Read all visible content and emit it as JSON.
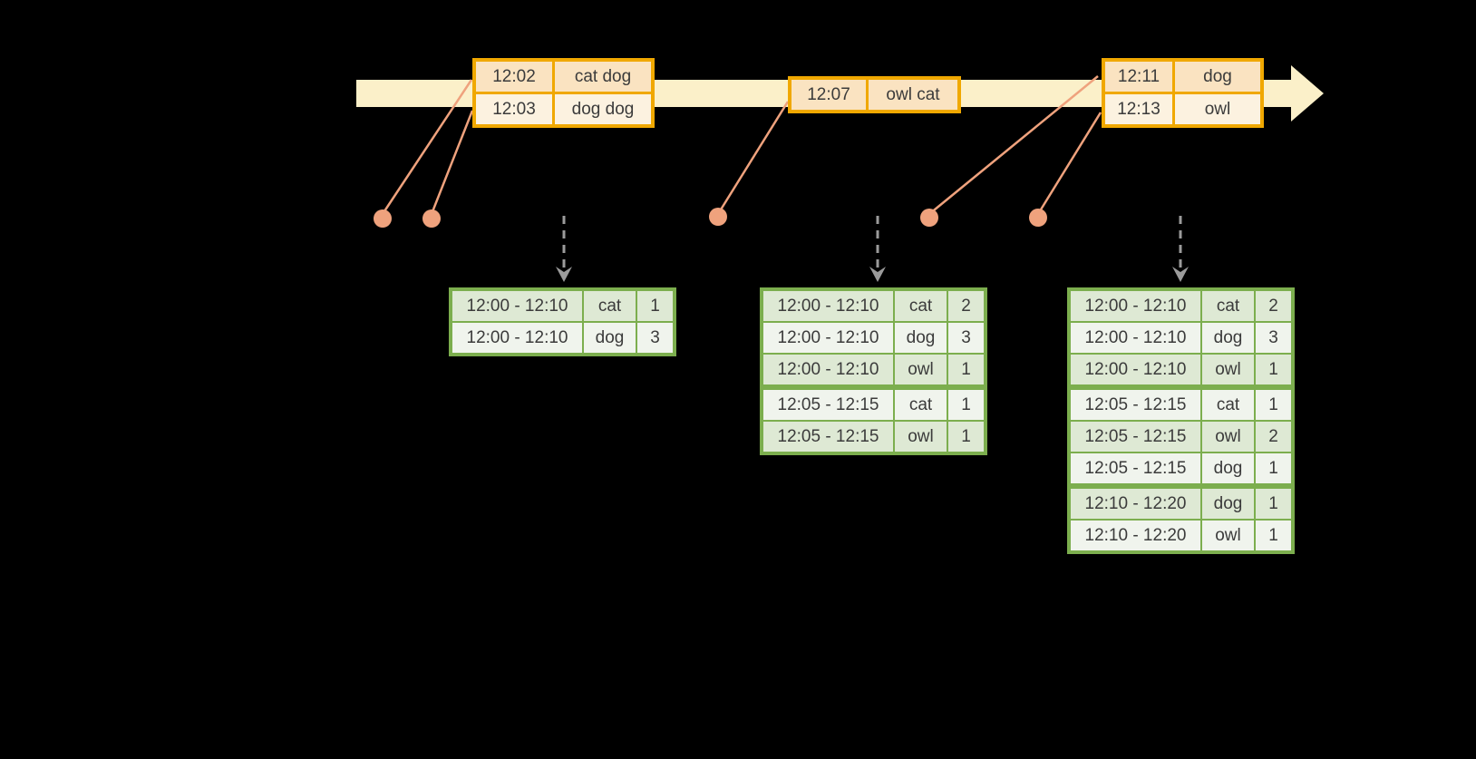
{
  "colors": {
    "background": "#000000",
    "timeline_fill": "#FBF0C9",
    "event_border": "#F0A800",
    "event_row_fill_dark": "#FAE3C1",
    "event_row_fill_light": "#FCF2E0",
    "result_border": "#7CAE4E",
    "result_row_fill_dark": "#DEE9D4",
    "result_row_fill_light": "#F0F4ED",
    "connector": "#EFA27D",
    "trigger_arrow": "#9B9B9B",
    "text": "#3B3B3B"
  },
  "event_stream": {
    "tables": [
      {
        "rows": [
          {
            "time": "12:02",
            "words": "cat dog"
          },
          {
            "time": "12:03",
            "words": "dog dog"
          }
        ]
      },
      {
        "rows": [
          {
            "time": "12:07",
            "words": "owl cat"
          }
        ]
      },
      {
        "rows": [
          {
            "time": "12:11",
            "words": "dog"
          },
          {
            "time": "12:13",
            "words": "owl"
          }
        ]
      }
    ]
  },
  "result_tables": [
    {
      "rows": [
        {
          "window": "12:00 - 12:10",
          "word": "cat",
          "count": "1",
          "group_start": false
        },
        {
          "window": "12:00 - 12:10",
          "word": "dog",
          "count": "3",
          "group_start": false
        }
      ]
    },
    {
      "rows": [
        {
          "window": "12:00 - 12:10",
          "word": "cat",
          "count": "2",
          "group_start": false
        },
        {
          "window": "12:00 - 12:10",
          "word": "dog",
          "count": "3",
          "group_start": false
        },
        {
          "window": "12:00 - 12:10",
          "word": "owl",
          "count": "1",
          "group_start": false
        },
        {
          "window": "12:05 - 12:15",
          "word": "cat",
          "count": "1",
          "group_start": true
        },
        {
          "window": "12:05 - 12:15",
          "word": "owl",
          "count": "1",
          "group_start": false
        }
      ]
    },
    {
      "rows": [
        {
          "window": "12:00 - 12:10",
          "word": "cat",
          "count": "2",
          "group_start": false
        },
        {
          "window": "12:00 - 12:10",
          "word": "dog",
          "count": "3",
          "group_start": false
        },
        {
          "window": "12:00 - 12:10",
          "word": "owl",
          "count": "1",
          "group_start": false
        },
        {
          "window": "12:05 - 12:15",
          "word": "cat",
          "count": "1",
          "group_start": true
        },
        {
          "window": "12:05 - 12:15",
          "word": "owl",
          "count": "2",
          "group_start": false
        },
        {
          "window": "12:05 - 12:15",
          "word": "dog",
          "count": "1",
          "group_start": false
        },
        {
          "window": "12:10 - 12:20",
          "word": "dog",
          "count": "1",
          "group_start": true
        },
        {
          "window": "12:10 - 12:20",
          "word": "owl",
          "count": "1",
          "group_start": false
        }
      ]
    }
  ]
}
